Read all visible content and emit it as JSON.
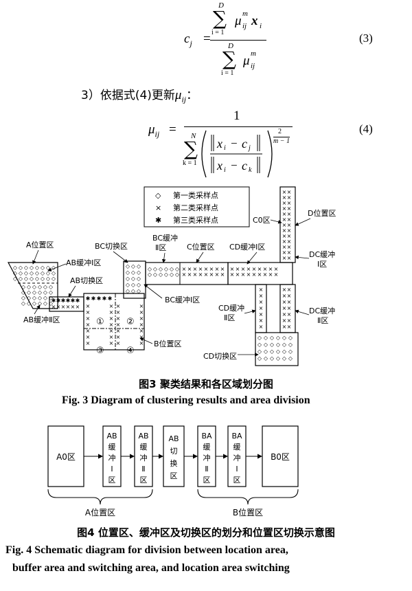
{
  "eq3": {
    "lhs": "c",
    "lhs_sub": "j",
    "sum_upper": "D",
    "sum_lower": "i = 1",
    "numer_mu": "μ",
    "numer_sup": "m",
    "numer_sub": "ij",
    "numer_x": "x",
    "numer_x_sub": "i",
    "number": "(3)"
  },
  "step3": {
    "text": "3）依据式(4)更新",
    "mu": "μ",
    "mu_sub": "ij",
    "colon": "："
  },
  "eq4": {
    "lhs": "μ",
    "lhs_sub": "ij",
    "numerator": "1",
    "sum_upper": "N",
    "sum_lower": "k = 1",
    "exp_num": "2",
    "exp_den": "m − 1",
    "x": "x",
    "x_sub": "i",
    "c": "c",
    "c_sub_j": "j",
    "c_sub_k": "k",
    "number": "(4)"
  },
  "fig3": {
    "legend": [
      {
        "symbol": "◇",
        "label": "第一类采样点"
      },
      {
        "symbol": "×",
        "label": "第二类采样点"
      },
      {
        "symbol": "✱",
        "label": "第三类采样点"
      }
    ],
    "labels": {
      "a_location": "A位置区",
      "ab_buffer_1": "AB缓冲Ⅰ区",
      "ab_switch": "AB切换区",
      "ab_buffer_2": "AB缓冲Ⅱ区",
      "bc_switch": "BC切换区",
      "bc_buffer_2_l1": "BC缓冲",
      "bc_buffer_2_l2": "Ⅱ区",
      "c_location": "C位置区",
      "cd_buffer_1": "CD缓冲Ⅰ区",
      "c0": "C0区",
      "d_location": "D位置区",
      "dc_buffer_1_l1": "DC缓冲",
      "dc_buffer_1_l2": "Ⅰ区",
      "bc_buffer_1": "BC缓冲Ⅰ区",
      "cd_buffer_2_l1": "CD缓冲",
      "cd_buffer_2_l2": "Ⅱ区",
      "dc_buffer_2_l1": "DC缓冲",
      "dc_buffer_2_l2": "Ⅱ区",
      "b_location": "B位置区",
      "cd_switch": "CD切换区",
      "q1": "①",
      "q2": "②",
      "q3": "③",
      "q4": "④"
    },
    "caption_cn": "图3  聚类结果和各区域划分图",
    "caption_en": "Fig. 3   Diagram of clustering results and area division"
  },
  "fig4": {
    "boxes": [
      {
        "lines": [
          "A0区"
        ]
      },
      {
        "lines": [
          "AB",
          "缓",
          "冲",
          "Ⅰ",
          "区"
        ]
      },
      {
        "lines": [
          "AB",
          "缓",
          "冲",
          "Ⅱ",
          "区"
        ]
      },
      {
        "lines": [
          "AB",
          "切",
          "换",
          "区"
        ]
      },
      {
        "lines": [
          "BA",
          "缓",
          "冲",
          "Ⅱ",
          "区"
        ]
      },
      {
        "lines": [
          "BA",
          "缓",
          "冲",
          "Ⅰ",
          "区"
        ]
      },
      {
        "lines": [
          "B0区"
        ]
      }
    ],
    "brace_a": "A位置区",
    "brace_b": "B位置区",
    "caption_cn": "图4  位置区、缓冲区及切换区的划分和位置区切换示意图",
    "caption_en_1": "Fig. 4  Schematic diagram for division between location area,",
    "caption_en_2": "buffer area and switching area, and location area switching"
  }
}
